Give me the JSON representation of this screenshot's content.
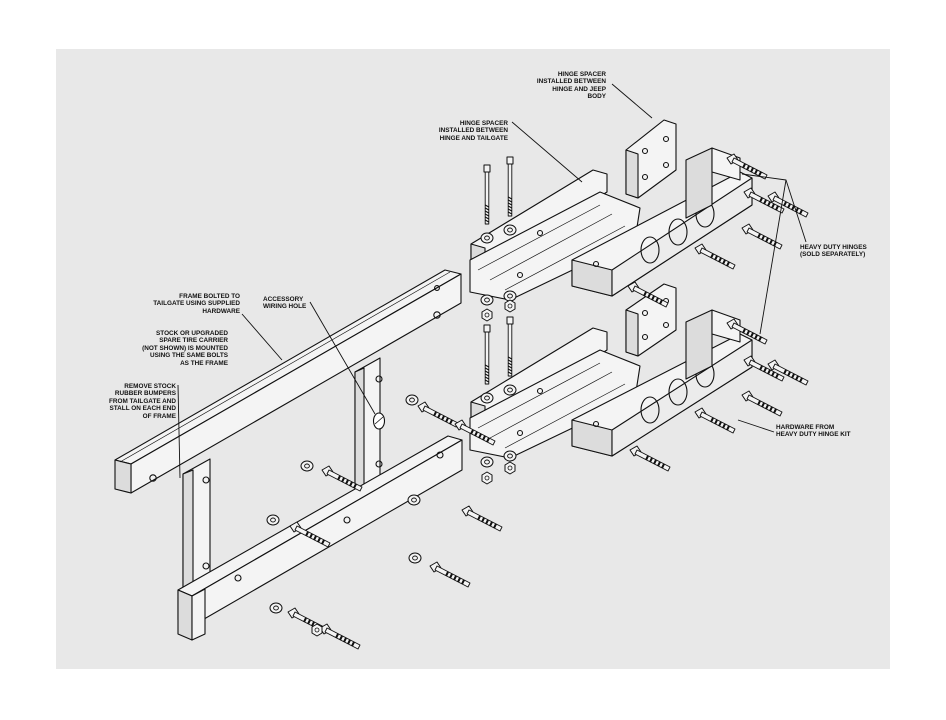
{
  "labels": {
    "hinge_spacer_body": "HINGE SPACER\nINSTALLED BETWEEN\nHINGE AND JEEP\nBODY",
    "hinge_spacer_tailgate": "HINGE SPACER\nINSTALLED BETWEEN\nHINGE AND TAILGATE",
    "heavy_duty_hinges": "HEAVY DUTY HINGES\n(SOLD SEPARATELY)",
    "frame_bolted": "FRAME BOLTED TO\nTAILGATE USING SUPPLIED\nHARDWARE",
    "accessory_hole": "ACCESSORY\nWIRING HOLE",
    "spare_tire_carrier": "STOCK OR UPGRADED\nSPARE TIRE CARRIER\n(NOT SHOWN) IS MOUNTED\nUSING THE SAME BOLTS\nAS THE FRAME",
    "remove_bumpers": "REMOVE STOCK\nRUBBER BUMPERS\nFROM TAILGATE AND\nSTALL ON EACH END\nOF FRAME",
    "hinge_hardware": "HARDWARE FROM\nHEAVY DUTY HINGE KIT"
  },
  "colors": {
    "background": "#e8e8e8",
    "line": "#111111",
    "part_fill": "#f4f4f4",
    "shade": "#c8c8c8"
  }
}
